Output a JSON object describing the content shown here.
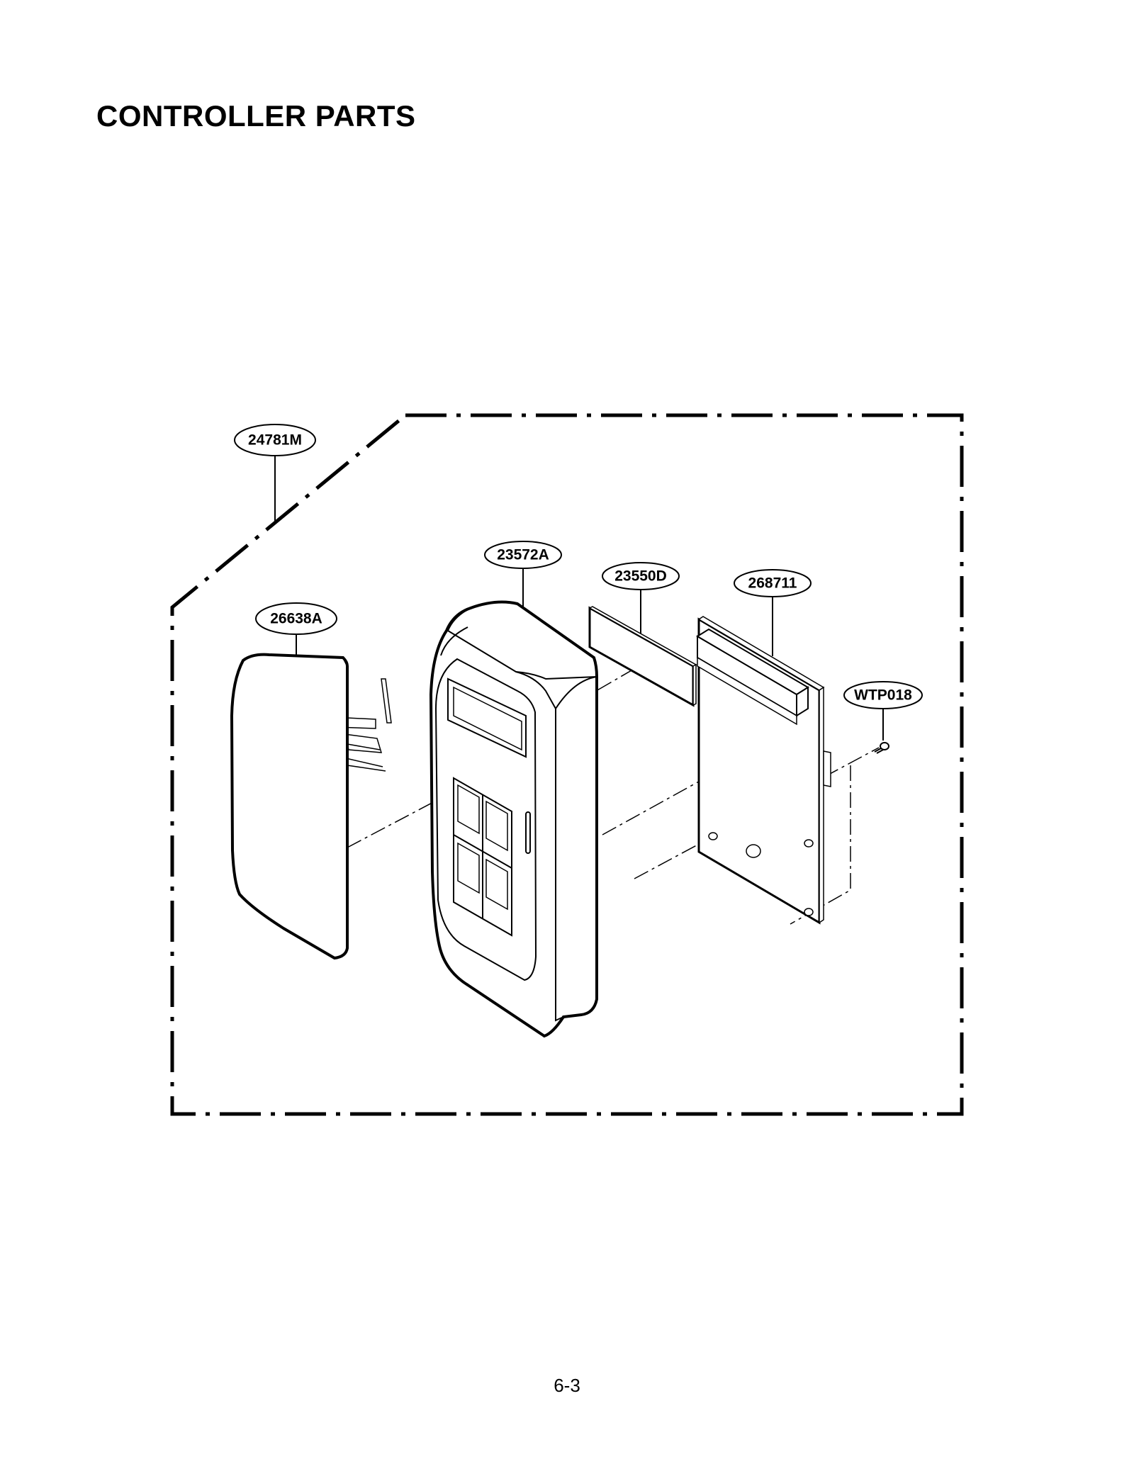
{
  "title": "CONTROLLER PARTS",
  "page_number": "6-3",
  "callouts": {
    "assembly": "24781M",
    "door_panel": "26638A",
    "control_panel": "23572A",
    "display_window": "23550D",
    "pcb": "268711",
    "screw": "WTP018"
  }
}
